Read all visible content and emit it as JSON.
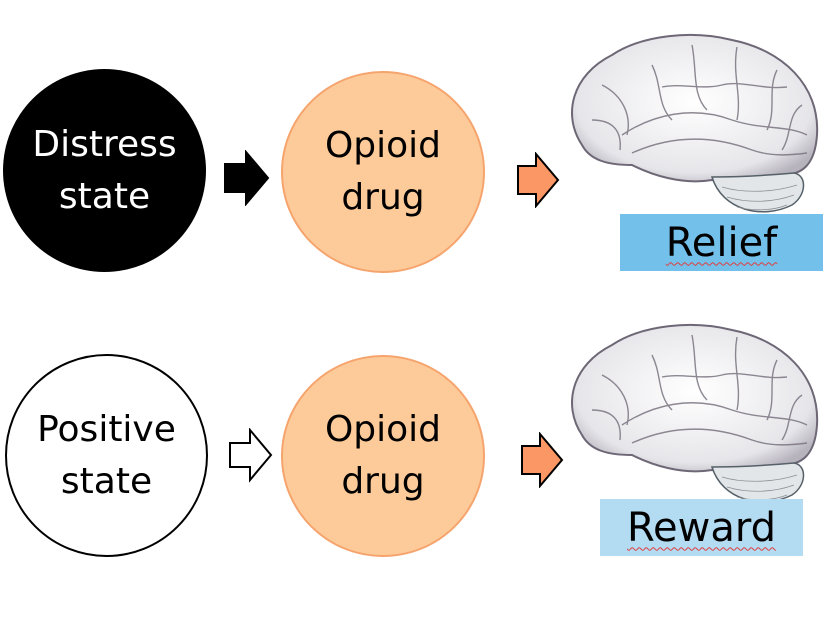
{
  "rows": [
    {
      "state": {
        "line1": "Distress",
        "line2": "state",
        "style": "filled-black"
      },
      "drug": {
        "line1": "Opioid",
        "line2": "drug"
      },
      "outcome": {
        "label": "Relief",
        "box_color": "#73c0ea"
      },
      "first_arrow": "solid-black",
      "second_arrow": "orange"
    },
    {
      "state": {
        "line1": "Positive",
        "line2": "state",
        "style": "outlined-white"
      },
      "drug": {
        "line1": "Opioid",
        "line2": "drug"
      },
      "outcome": {
        "label": "Reward",
        "box_color": "#b3dcf2"
      },
      "first_arrow": "outlined-white",
      "second_arrow": "orange"
    }
  ],
  "colors": {
    "drug_fill": "#fdcb9a",
    "drug_stroke": "#f6a46d",
    "orange_arrow": "#fb9764"
  }
}
